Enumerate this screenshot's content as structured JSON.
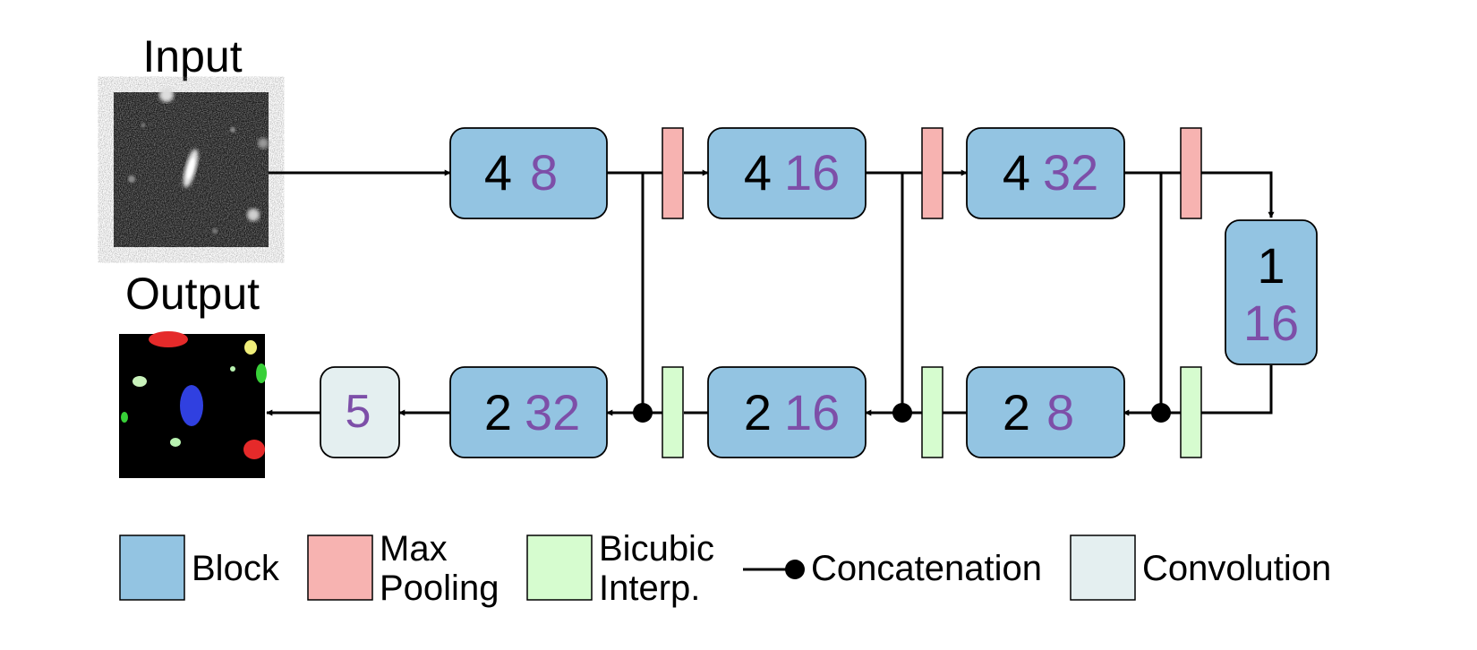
{
  "colors": {
    "block": "#93c4e2",
    "max_pooling": "#f7b3b1",
    "bicubic": "#d6fccf",
    "convolution": "#e4eff0",
    "depth_text": "#000000",
    "filters_text": "#7d4fa8",
    "line": "#000000"
  },
  "labels": {
    "input": "Input",
    "output": "Output"
  },
  "encoder": [
    {
      "depth": "4",
      "filters": "8"
    },
    {
      "depth": "4",
      "filters": "16"
    },
    {
      "depth": "4",
      "filters": "32"
    }
  ],
  "bottleneck": {
    "depth": "1",
    "filters": "16"
  },
  "decoder": [
    {
      "depth": "2",
      "filters": "8"
    },
    {
      "depth": "2",
      "filters": "16"
    },
    {
      "depth": "2",
      "filters": "32"
    }
  ],
  "conv": {
    "filters": "5"
  },
  "legend": {
    "block": "Block",
    "max_pooling_line1": "Max",
    "max_pooling_line2": "Pooling",
    "bicubic_line1": "Bicubic",
    "bicubic_line2": "Interp.",
    "concatenation": "Concatenation",
    "convolution": "Convolution"
  },
  "icons": {
    "input_image": "galaxy-image-icon",
    "output_image": "segmentation-map-icon"
  }
}
